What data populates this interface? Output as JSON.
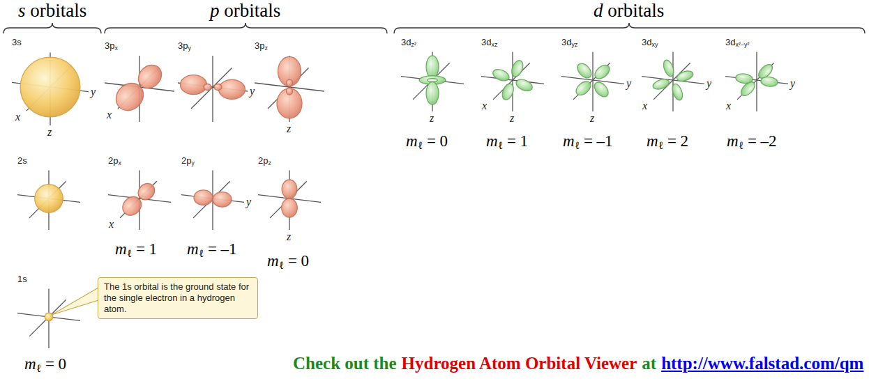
{
  "diagram": {
    "nodes": [
      {
        "text": [
          "The 1s orbital is the ground state for the single electron in a hydrogen atom."
        ]
      }
    ],
    "labels": [
      "s orbitals",
      "p orbitals",
      "d orbitals",
      "3s",
      "3px",
      "3py",
      "3pz",
      "3dz²",
      "3dxz",
      "3dyz",
      "3dxy",
      "3dx²−y²",
      "2s",
      "2px",
      "2py",
      "2pz",
      "1s",
      "x",
      "y",
      "z",
      "x",
      "y",
      "z",
      "z",
      "x",
      "z",
      "y",
      "z",
      "x",
      "y",
      "x",
      "y",
      "x",
      "y",
      "z",
      "mℓ = 0",
      "mℓ = 1",
      "mℓ = –1",
      "mℓ = 2",
      "mℓ = –2",
      "mℓ = 1",
      "mℓ = –1",
      "mℓ = 0",
      "mℓ = 0",
      "Check out the",
      "Hydrogen Atom Orbital Viewer",
      "at",
      "http://www.falstad.com/qm"
    ]
  }
}
